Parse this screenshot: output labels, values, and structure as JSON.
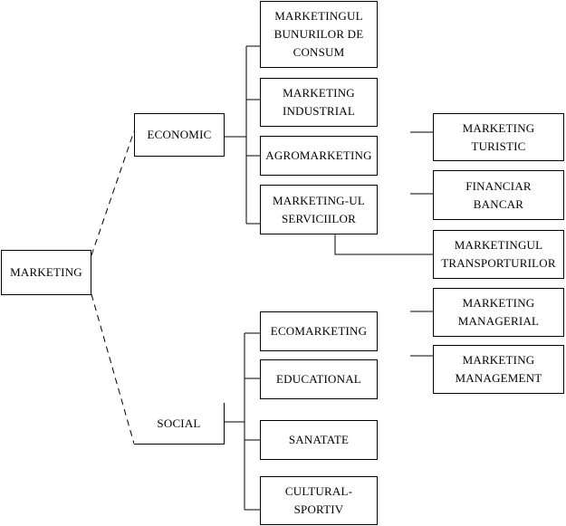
{
  "root": {
    "label": "MARKETING"
  },
  "branches": {
    "economic": {
      "label": "ECONOMIC"
    },
    "social": {
      "label": "SOCIAL"
    }
  },
  "economic_items": {
    "bunuri": "MARKETINGUL\nBUNURILOR DE\nCONSUM",
    "industrial": "MARKETING\nINDUSTRIAL",
    "agro": "AGROMARKETING",
    "servicii": "MARKETING-UL\nSERVICIILOR"
  },
  "social_items": {
    "eco": "ECOMARKETING",
    "educational": "EDUCATIONAL",
    "sanatate": "SANATATE",
    "cultural": "CULTURAL-\nSPORTIV"
  },
  "services_items": {
    "turistic": "MARKETING\nTURISTIC",
    "financiar": "FINANCIAR\nBANCAR",
    "transport": "MARKETINGUL\nTRANSPORTURILOR",
    "managerial": "MARKETING\nMANAGERIAL",
    "management": "MARKETING\nMANAGEMENT"
  }
}
